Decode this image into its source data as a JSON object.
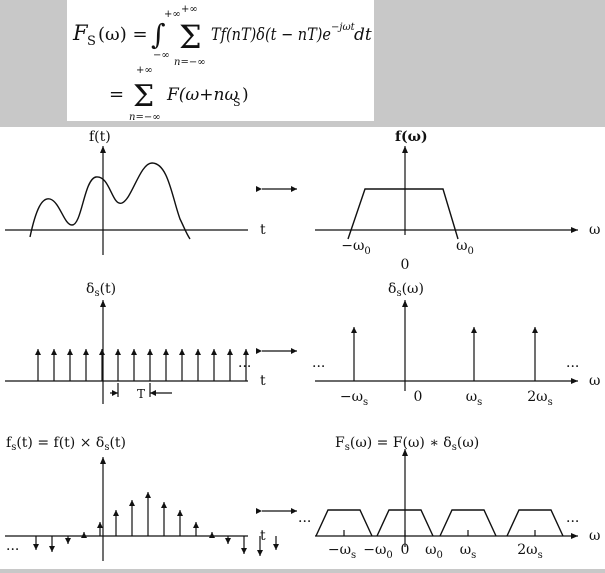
{
  "equation": {
    "line1_lhs": "F",
    "line1_lhs_sub": "S",
    "line1_lhs_arg": "(ω) =",
    "int_sign": "∫",
    "int_upper": "+∞",
    "int_lower": "−∞",
    "sum_sign": "Σ",
    "sum_upper": "+∞",
    "sum_lower": "n=−∞",
    "line1_body": "Tf(nT)δ(t − nT)e",
    "line1_exp": "−jωt",
    "line1_dt": "dt",
    "line2_eq": "=",
    "line2_body": "F(ω+nω",
    "line2_sub": "S",
    "line2_close": ")"
  },
  "rows": [
    {
      "left_label": "f(t)",
      "right_label": "f(ω)",
      "left_axis": "t",
      "right_axis": "ω",
      "ticks": [
        "−ω",
        "0",
        "ω"
      ],
      "tick_subs": [
        "0",
        "",
        "0"
      ]
    },
    {
      "left_label": "δ",
      "left_label_sub": "s",
      "left_label_arg": "(t)",
      "right_label": "δ",
      "right_label_sub": "s",
      "right_label_arg": "(ω)",
      "left_axis": "t",
      "right_axis": "ω",
      "period": "T",
      "dots": "···",
      "ticks": [
        "−ω",
        "0",
        "ω",
        "2ω"
      ],
      "tick_subs": [
        "s",
        "",
        "s",
        "s"
      ]
    },
    {
      "left_label": "f",
      "left_label_sub": "s",
      "left_label_rest": "(t) = f(t) × δ",
      "left_label_sub2": "s",
      "left_label_end": "(t)",
      "right_label": "F",
      "right_label_sub": "s",
      "right_label_rest": "(ω) = F(ω) ∗ δ",
      "right_label_sub2": "s",
      "right_label_end": "(ω)",
      "left_axis": "t",
      "right_axis": "ω",
      "dots": "···",
      "ticks": [
        "−ω",
        "−ω",
        "0",
        "ω",
        "ω",
        "2ω"
      ],
      "tick_subs": [
        "s",
        "0",
        "",
        "0",
        "s",
        "s"
      ]
    }
  ]
}
